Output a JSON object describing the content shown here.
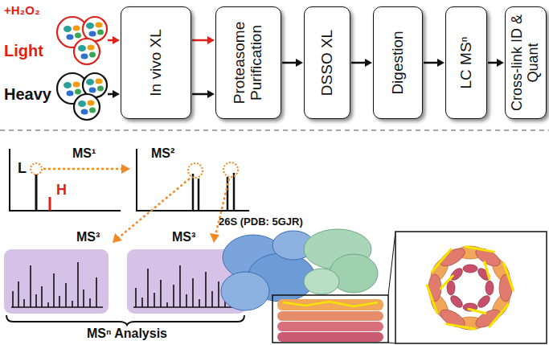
{
  "diagram": {
    "nodes": [
      {
        "text": [
          "+H₂O₂",
          "Light"
        ]
      },
      {
        "text": [
          "Heavy"
        ]
      },
      {
        "text": [
          "In vivo XL"
        ]
      },
      {
        "text": [
          "Proteasome Purification"
        ]
      },
      {
        "text": [
          "DSSO XL"
        ]
      },
      {
        "text": [
          "Digestion"
        ]
      },
      {
        "text": [
          "LC MSⁿ"
        ]
      },
      {
        "text": [
          "Cross-link ID & Quant"
        ]
      }
    ],
    "edges": [
      {
        "from": 0,
        "to": 2,
        "arrow": "to"
      },
      {
        "from": 1,
        "to": 2,
        "arrow": "to"
      },
      {
        "from": 2,
        "to": 3,
        "arrow": "to"
      },
      {
        "from": 2,
        "to": 3,
        "arrow": "to"
      },
      {
        "from": 3,
        "to": 4,
        "arrow": "to"
      },
      {
        "from": 4,
        "to": 5,
        "arrow": "to"
      },
      {
        "from": 5,
        "to": 6,
        "arrow": "to"
      },
      {
        "from": 6,
        "to": 7,
        "arrow": "to"
      }
    ],
    "labels": [
      "L",
      "H",
      "MS¹",
      "MS²",
      "MS³",
      "MS³",
      "MSⁿ Analysis",
      "26S (PDB: 5GJR)"
    ]
  }
}
